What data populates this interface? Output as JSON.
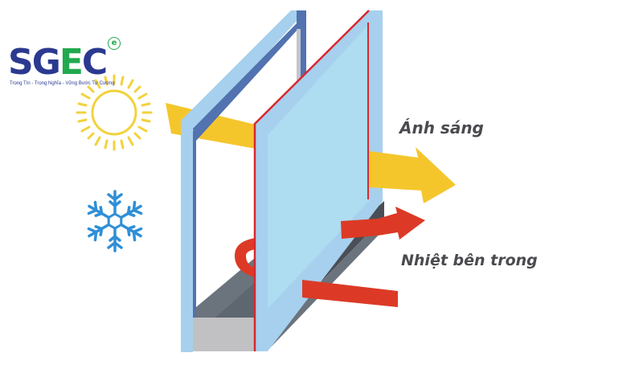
{
  "logo": {
    "letters": [
      "S",
      "G",
      "E",
      "C"
    ],
    "badge": "e",
    "tagline": "Trọng Tín - Trọng Nghĩa - Vững Bước Tự Cường",
    "colors": {
      "primary": "#2b3990",
      "accent": "#22a94f"
    }
  },
  "labels": {
    "light": "Ánh sáng",
    "heat": "Nhiệt bên trong"
  },
  "colors": {
    "frame_light_blue": "#a6d0ee",
    "frame_dark_blue": "#5272b0",
    "glass": "#aedcf0",
    "sunlight_arrow": "#f5c62c",
    "heat_arrow": "#dc3a26",
    "low_e_coating": "#d7282f",
    "spacer_grey": "#c1c1c3",
    "base_dark": "#4a4e56",
    "base_mid": "#6b737d",
    "sun": "#f2d23c",
    "snowflake": "#2f8fd6",
    "text": "#4a4a4f"
  },
  "icons": {
    "sun": "sun-icon",
    "snowflake": "snowflake-icon"
  }
}
